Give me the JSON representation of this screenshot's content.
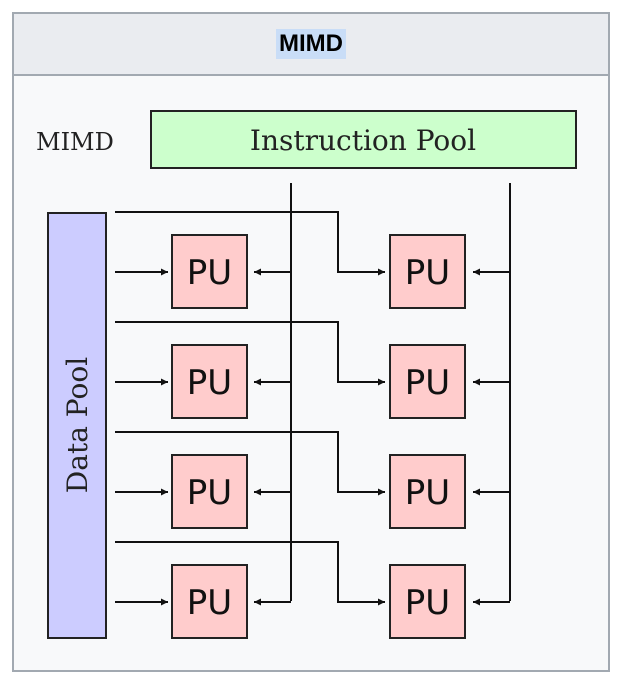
{
  "caption": {
    "title": "MIMD"
  },
  "diagram": {
    "side_label": "MIMD",
    "instruction_pool": {
      "label": "Instruction Pool",
      "fill": "#ccffcc"
    },
    "data_pool": {
      "label": "Data Pool",
      "fill": "#ccccff"
    },
    "processing_unit": {
      "label": "PU",
      "fill": "#ffcccc",
      "rows": 4,
      "columns": 2
    }
  }
}
